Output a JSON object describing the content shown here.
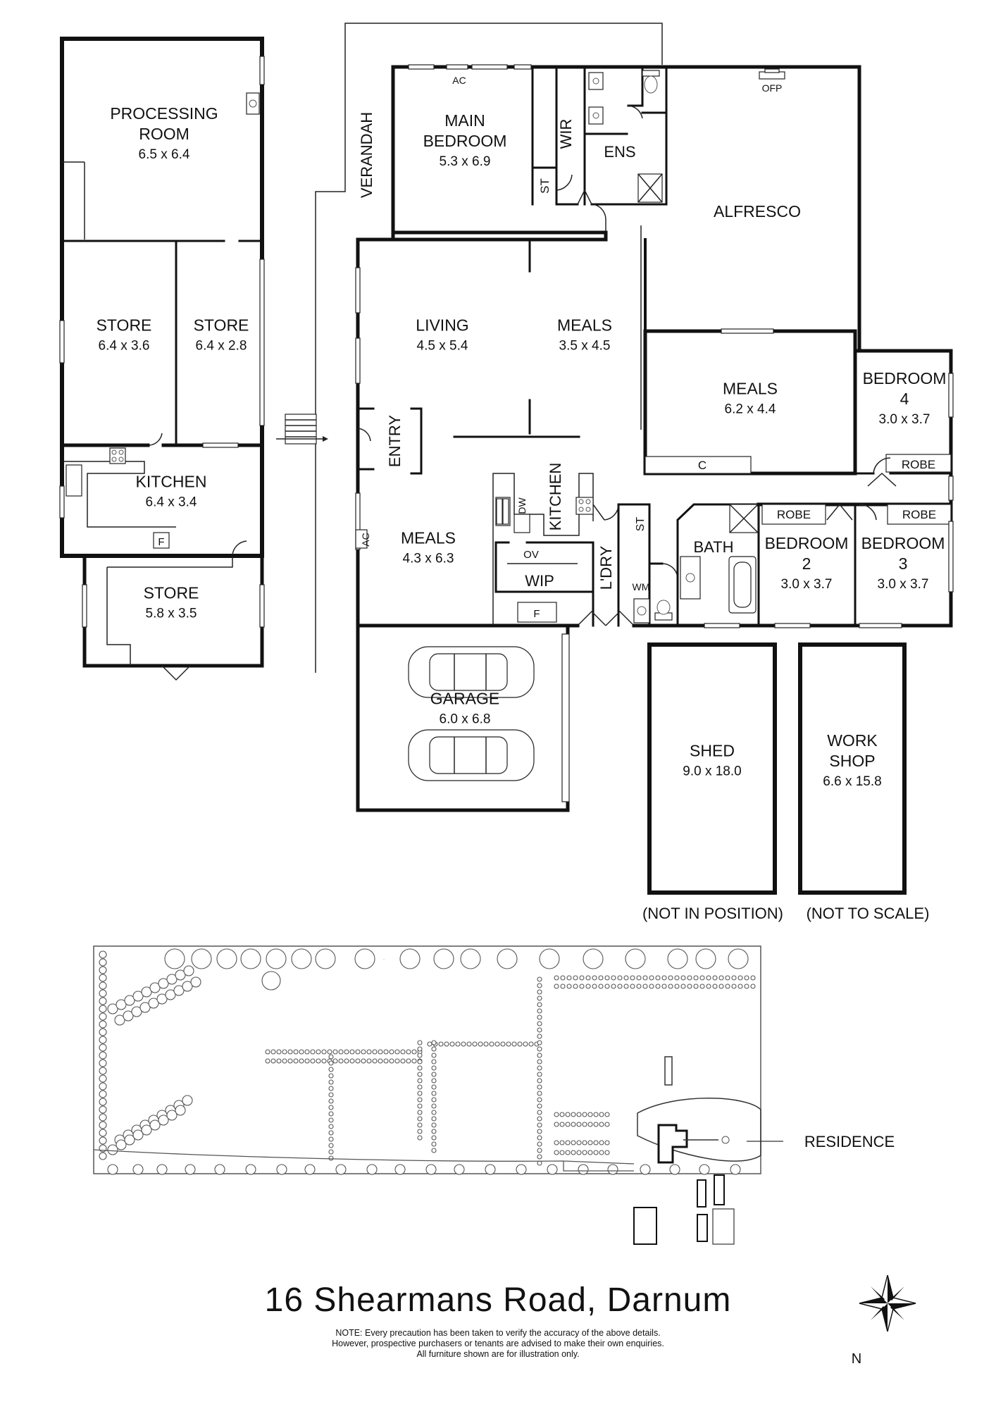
{
  "rooms": [
    {
      "id": "processing-room",
      "name": "PROCESSING\nROOM",
      "size": "6.5 x 6.4"
    },
    {
      "id": "store-a",
      "name": "STORE",
      "size": "6.4 x 3.6"
    },
    {
      "id": "store-b",
      "name": "STORE",
      "size": "6.4 x 2.8"
    },
    {
      "id": "kitchen-outbuilding",
      "name": "KITCHEN",
      "size": "6.4 x 3.4"
    },
    {
      "id": "store-c",
      "name": "STORE",
      "size": "5.8 x 3.5"
    },
    {
      "id": "main-bedroom",
      "name": "MAIN\nBEDROOM",
      "size": "5.3 x 6.9"
    },
    {
      "id": "living",
      "name": "LIVING",
      "size": "4.5 x 5.4"
    },
    {
      "id": "meals-a",
      "name": "MEALS",
      "size": "3.5 x 4.5"
    },
    {
      "id": "meals-b",
      "name": "MEALS",
      "size": "6.2 x 4.4"
    },
    {
      "id": "meals-c",
      "name": "MEALS",
      "size": "4.3 x 6.3"
    },
    {
      "id": "bedroom-4",
      "name": "BEDROOM\n4",
      "size": "3.0 x 3.7"
    },
    {
      "id": "bedroom-2",
      "name": "BEDROOM\n2",
      "size": "3.0 x 3.7"
    },
    {
      "id": "bedroom-3",
      "name": "BEDROOM\n3",
      "size": "3.0 x 3.7"
    },
    {
      "id": "garage",
      "name": "GARAGE",
      "size": "6.0 x 6.8"
    },
    {
      "id": "shed",
      "name": "SHED",
      "size": "9.0 x 18.0"
    },
    {
      "id": "workshop",
      "name": "WORK\nSHOP",
      "size": "6.6 x 15.8"
    }
  ],
  "labels": {
    "alfresco": "ALFRESCO",
    "verandah": "VERANDAH",
    "wir": "WIR",
    "ens": "ENS",
    "st": "ST",
    "ac": "AC",
    "ofp": "OFP",
    "entry": "ENTRY",
    "kitchen": "KITCHEN",
    "dw": "DW",
    "ov": "OV",
    "wip": "WIP",
    "f": "F",
    "c": "C",
    "robe": "ROBE",
    "ldry": "L'DRY",
    "wm": "WM",
    "bath": "BATH",
    "not_in_position": "(NOT IN POSITION)",
    "not_to_scale": "(NOT TO SCALE)",
    "residence": "RESIDENCE",
    "north": "N"
  },
  "address": "16 Shearmans Road, Darnum",
  "note": [
    "NOTE: Every precaution has been taken to verify the accuracy of the above details.",
    "However, prospective purchasers or tenants are advised to make their own enquiries.",
    "All furniture shown are for illustration only."
  ]
}
